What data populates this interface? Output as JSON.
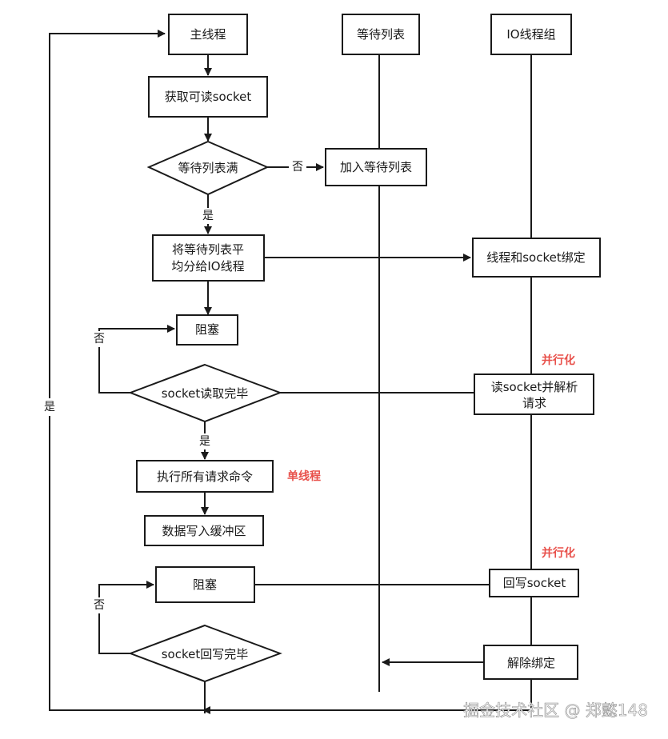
{
  "diagram": {
    "columns": {
      "main": "主线程",
      "wait_list": "等待列表",
      "io_group": "IO线程组"
    },
    "nodes": {
      "get_readable_socket": "获取可读socket",
      "wait_list_full": "等待列表满",
      "add_to_wait_list": "加入等待列表",
      "distribute_line1": "将等待列表平",
      "distribute_line2": "均分给IO线程",
      "bind_thread_socket": "线程和socket绑定",
      "block_read": "阻塞",
      "socket_read_done": "socket读取完毕",
      "read_parse_line1": "读socket并解析",
      "read_parse_line2": "请求",
      "exec_commands": "执行所有请求命令",
      "write_buffer": "数据写入缓冲区",
      "block_write": "阻塞",
      "write_back_socket": "回写socket",
      "socket_write_done": "socket回写完毕",
      "unbind": "解除绑定"
    },
    "edge_labels": {
      "no_full": "否",
      "yes_full": "是",
      "no_read": "否",
      "yes_read": "是",
      "no_write": "否",
      "yes_loop": "是"
    },
    "notes": {
      "parallel_1": "并行化",
      "single_thread": "单线程",
      "parallel_2": "并行化"
    }
  },
  "watermark": "掘金技术社区 @ 郑懿148",
  "colors": {
    "line": "#1a1a1a",
    "note": "#e8504a",
    "background": "#ffffff"
  }
}
